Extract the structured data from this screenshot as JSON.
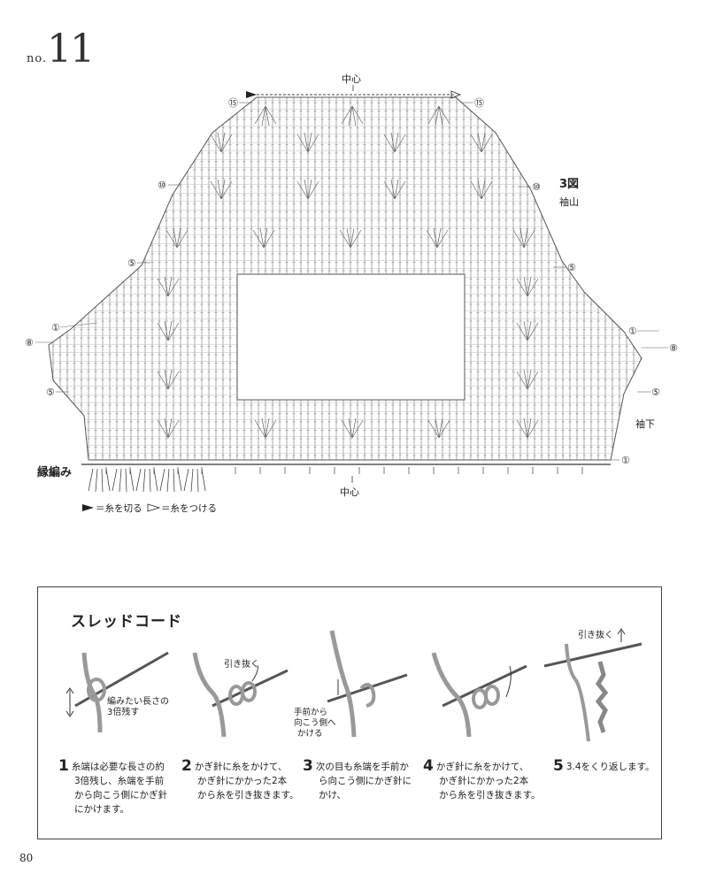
{
  "pattern": {
    "number_prefix": "no.",
    "number": "11",
    "figure_label": "3図",
    "figure_sublabel": "袖山",
    "center_top": "中心",
    "center_bottom": "中心",
    "underarm": "袖下",
    "edging": "縁編み",
    "row_markers": {
      "r15": "⑮",
      "r10": "⑩",
      "r5": "⑤",
      "r1": "①",
      "r8": "⑧"
    },
    "legend_cut": "＝糸を切る",
    "legend_attach": "＝糸をつける"
  },
  "tutorial": {
    "title": "スレッドコード",
    "steps": [
      {
        "num": "1",
        "lines": [
          "糸端は必要な長さの約",
          "3倍残し、糸端を手前",
          "から向こう側にかぎ針",
          "にかけます。"
        ]
      },
      {
        "num": "2",
        "lines": [
          "かぎ針に糸をかけて、",
          "かぎ針にかかった2本",
          "から糸を引き抜きます。"
        ]
      },
      {
        "num": "3",
        "lines": [
          "次の目も糸端を手前か",
          "ら向こう側にかぎ針に",
          "かけ、"
        ]
      },
      {
        "num": "4",
        "lines": [
          "かぎ針に糸をかけて、",
          "かぎ針にかかった2本",
          "から糸を引き抜きます。"
        ]
      },
      {
        "num": "5",
        "lines": [
          "3.4をくり返します。"
        ]
      }
    ],
    "annotations": {
      "tail_note": [
        "編みたい長さの",
        "3倍残す"
      ],
      "pull_through_2": "引き抜く",
      "front_to_back": [
        "手前から",
        "向こう側へ",
        "かける"
      ],
      "pull_through_5": "引き抜く"
    }
  },
  "page_number": "80"
}
